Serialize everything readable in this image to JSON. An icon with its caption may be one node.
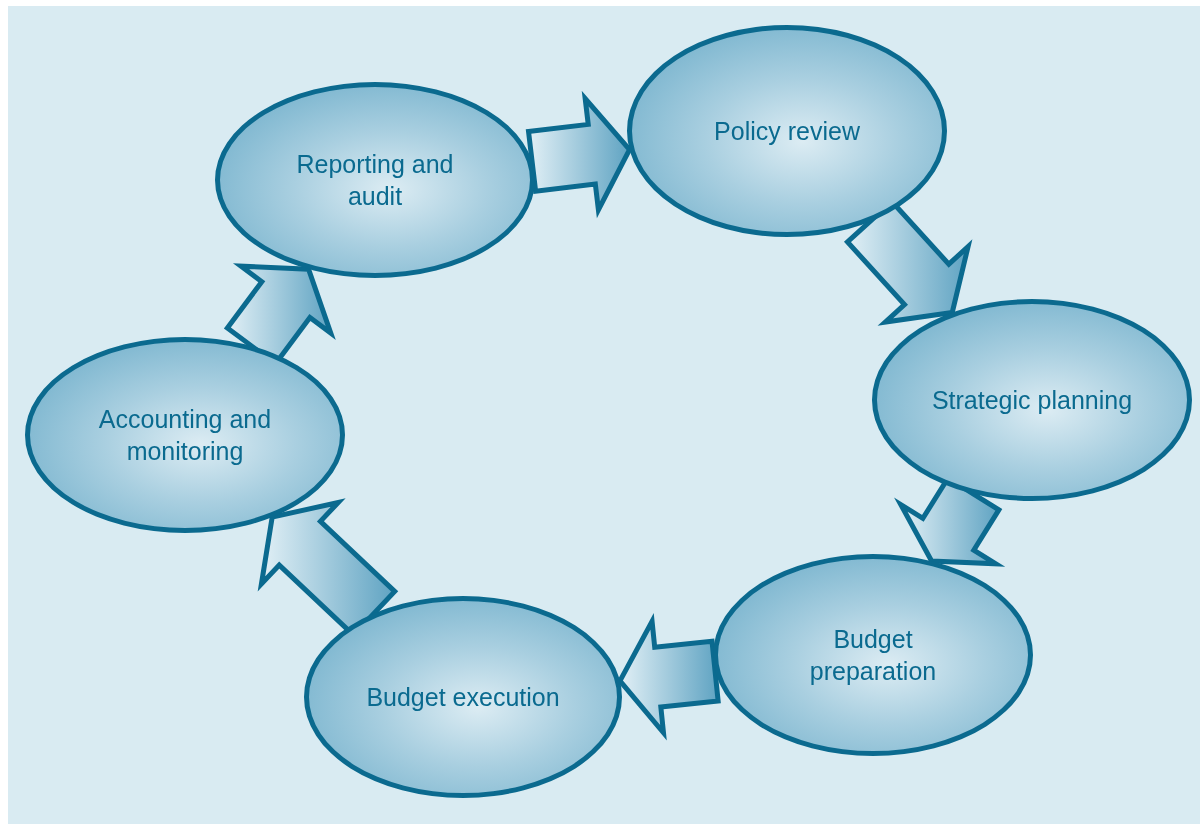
{
  "diagram": {
    "nodes": [
      {
        "text": [
          "Reporting and audit"
        ]
      },
      {
        "text": [
          "Policy review"
        ]
      },
      {
        "text": [
          "Strategic planning"
        ]
      },
      {
        "text": [
          "Budget preparation"
        ]
      },
      {
        "text": [
          "Budget execution"
        ]
      },
      {
        "text": [
          "Accounting and monitoring"
        ]
      }
    ],
    "edges": [
      {
        "from": 0,
        "to": 1,
        "arrow": "to"
      },
      {
        "from": 1,
        "to": 2,
        "arrow": "to"
      },
      {
        "from": 2,
        "to": 3,
        "arrow": "to"
      },
      {
        "from": 3,
        "to": 4,
        "arrow": "to"
      },
      {
        "from": 4,
        "to": 5,
        "arrow": "to"
      },
      {
        "from": 5,
        "to": 0,
        "arrow": "to"
      }
    ]
  }
}
